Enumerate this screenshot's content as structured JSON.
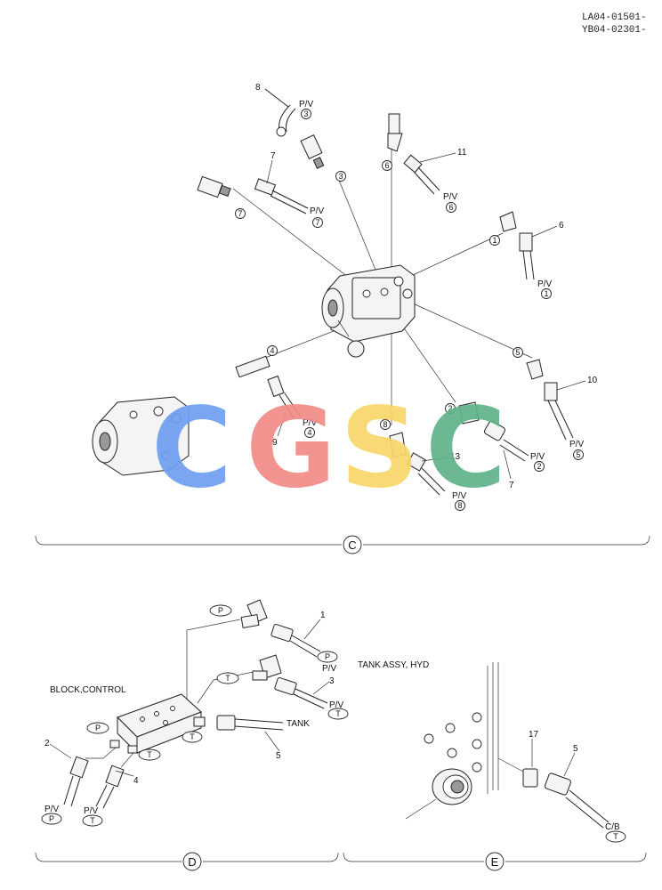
{
  "header": {
    "code_line_1": "LA04-01501-",
    "code_line_2": "YB04-02301-"
  },
  "watermark": {
    "letters": [
      "C",
      "G",
      "S",
      "C"
    ],
    "colors": [
      "#6f9ff0",
      "#f08a85",
      "#f9d66a",
      "#5fb38a"
    ]
  },
  "section_c": {
    "label": "C",
    "callouts": {
      "part_8": "8",
      "part_7_top": "7",
      "part_11": "11",
      "part_6": "6",
      "part_10": "10",
      "part_9": "9",
      "part_13": "13",
      "part_7_bottom": "7"
    },
    "ports": {
      "pv3": {
        "text": "P/V",
        "num": "3"
      },
      "pv7": {
        "text": "P/V",
        "num": "7"
      },
      "pv6": {
        "text": "P/V",
        "num": "6"
      },
      "pv1": {
        "text": "P/V",
        "num": "1"
      },
      "pv5": {
        "text": "P/V",
        "num": "5"
      },
      "pv4": {
        "text": "P/V",
        "num": "4"
      },
      "pv2": {
        "text": "P/V",
        "num": "2"
      },
      "pv8": {
        "text": "P/V",
        "num": "8"
      }
    },
    "pump_ports": [
      "3",
      "7",
      "6",
      "1",
      "5",
      "4",
      "2",
      "8"
    ]
  },
  "section_d": {
    "label": "D",
    "block_title": "BLOCK,CONTROL",
    "ovals": {
      "p_top": "P",
      "t_mid": "T",
      "p_block": "P",
      "t_block": "T",
      "t_fit": "T"
    },
    "callouts": {
      "part_1": "1",
      "part_3": "3",
      "part_5": "5",
      "part_2": "2",
      "part_4": "4"
    },
    "ports": {
      "pvp_right": {
        "text": "P/V",
        "oval": "P"
      },
      "pvt_right": {
        "text": "P/V",
        "oval": "T"
      },
      "tank": "TANK",
      "pvp_left": {
        "text": "P/V",
        "oval": "P"
      },
      "pvt_left": {
        "text": "P/V",
        "oval": "T"
      }
    }
  },
  "section_e": {
    "label": "E",
    "tank_title": "TANK ASSY, HYD",
    "callouts": {
      "part_17": "17",
      "part_5": "5"
    },
    "ports": {
      "cb": {
        "text": "C/B",
        "oval": "T"
      }
    }
  }
}
